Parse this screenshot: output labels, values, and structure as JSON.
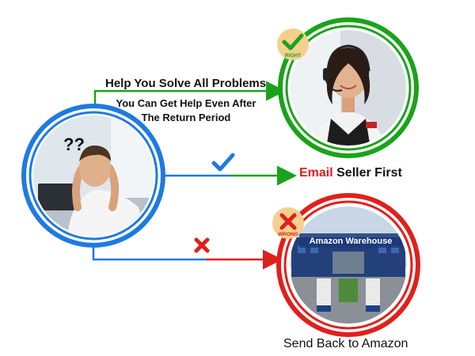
{
  "labels": {
    "top_path": "Help You Solve All Problems",
    "top_path_sub_line1": "You Can Get Help Even After",
    "top_path_sub_line2": "The Return Period",
    "middle_accent": "Email",
    "middle_rest": " Seller First",
    "bottom": "Send Back to Amazon"
  },
  "badges": {
    "right": "RIGHT",
    "wrong": "WRONG"
  },
  "warehouse_sign": "Amazon Warehouse",
  "icons": {
    "confused_question_marks": "??",
    "middle_mark": "check-icon",
    "bottom_mark": "cross-icon"
  },
  "colors": {
    "customer_ring": "#1f7ae0",
    "right_ring": "#1aa31a",
    "wrong_ring": "#e0201c",
    "badge_fill": "#f5cf8e",
    "accent_text": "#e0201c"
  }
}
